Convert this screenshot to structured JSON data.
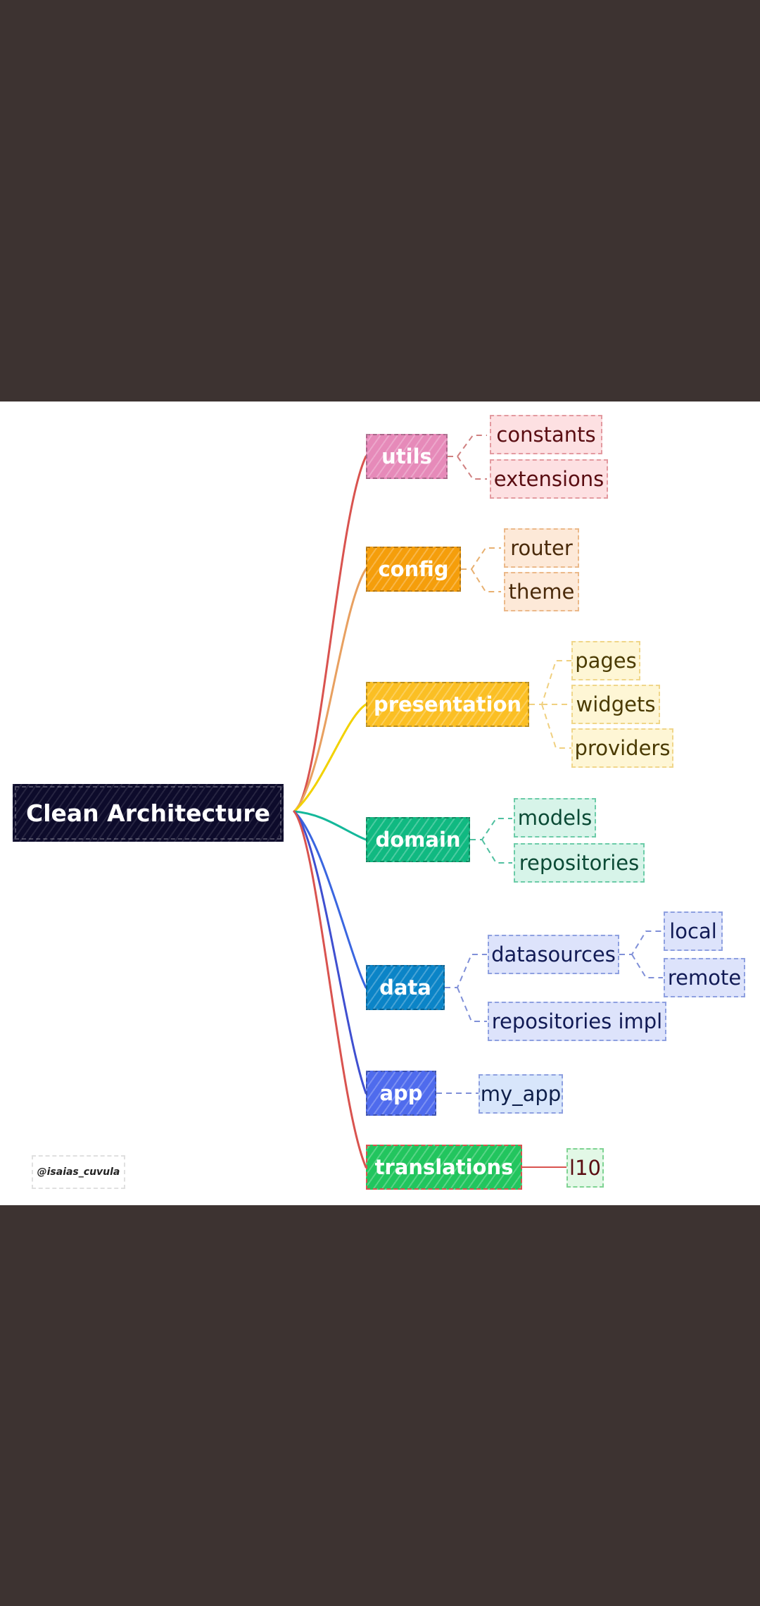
{
  "diagram": {
    "root": {
      "label": "Clean Architecture"
    },
    "branches": [
      {
        "label": "utils",
        "color": "#e68ab9",
        "children": [
          "constants",
          "extensions"
        ]
      },
      {
        "label": "config",
        "color": "#f59e0b",
        "children": [
          "router",
          "theme"
        ]
      },
      {
        "label": "presentation",
        "color": "#fbbf24",
        "children": [
          "pages",
          "widgets",
          "providers"
        ]
      },
      {
        "label": "domain",
        "color": "#10b981",
        "children": [
          "models",
          "repositories"
        ]
      },
      {
        "label": "data",
        "color": "#0b84c7",
        "children": [
          "datasources",
          "repositories impl"
        ],
        "grandchildren": [
          "local",
          "remote"
        ]
      },
      {
        "label": "app",
        "color": "#4f6bed",
        "children": [
          "my_app"
        ]
      },
      {
        "label": "translations",
        "color": "#22c55e",
        "children": [
          "l10"
        ]
      }
    ],
    "credit": "@isaias_cuvula"
  },
  "colors": {
    "background": "#3d3331",
    "canvas": "#ffffff",
    "root_fill": "#0d0b2b"
  }
}
